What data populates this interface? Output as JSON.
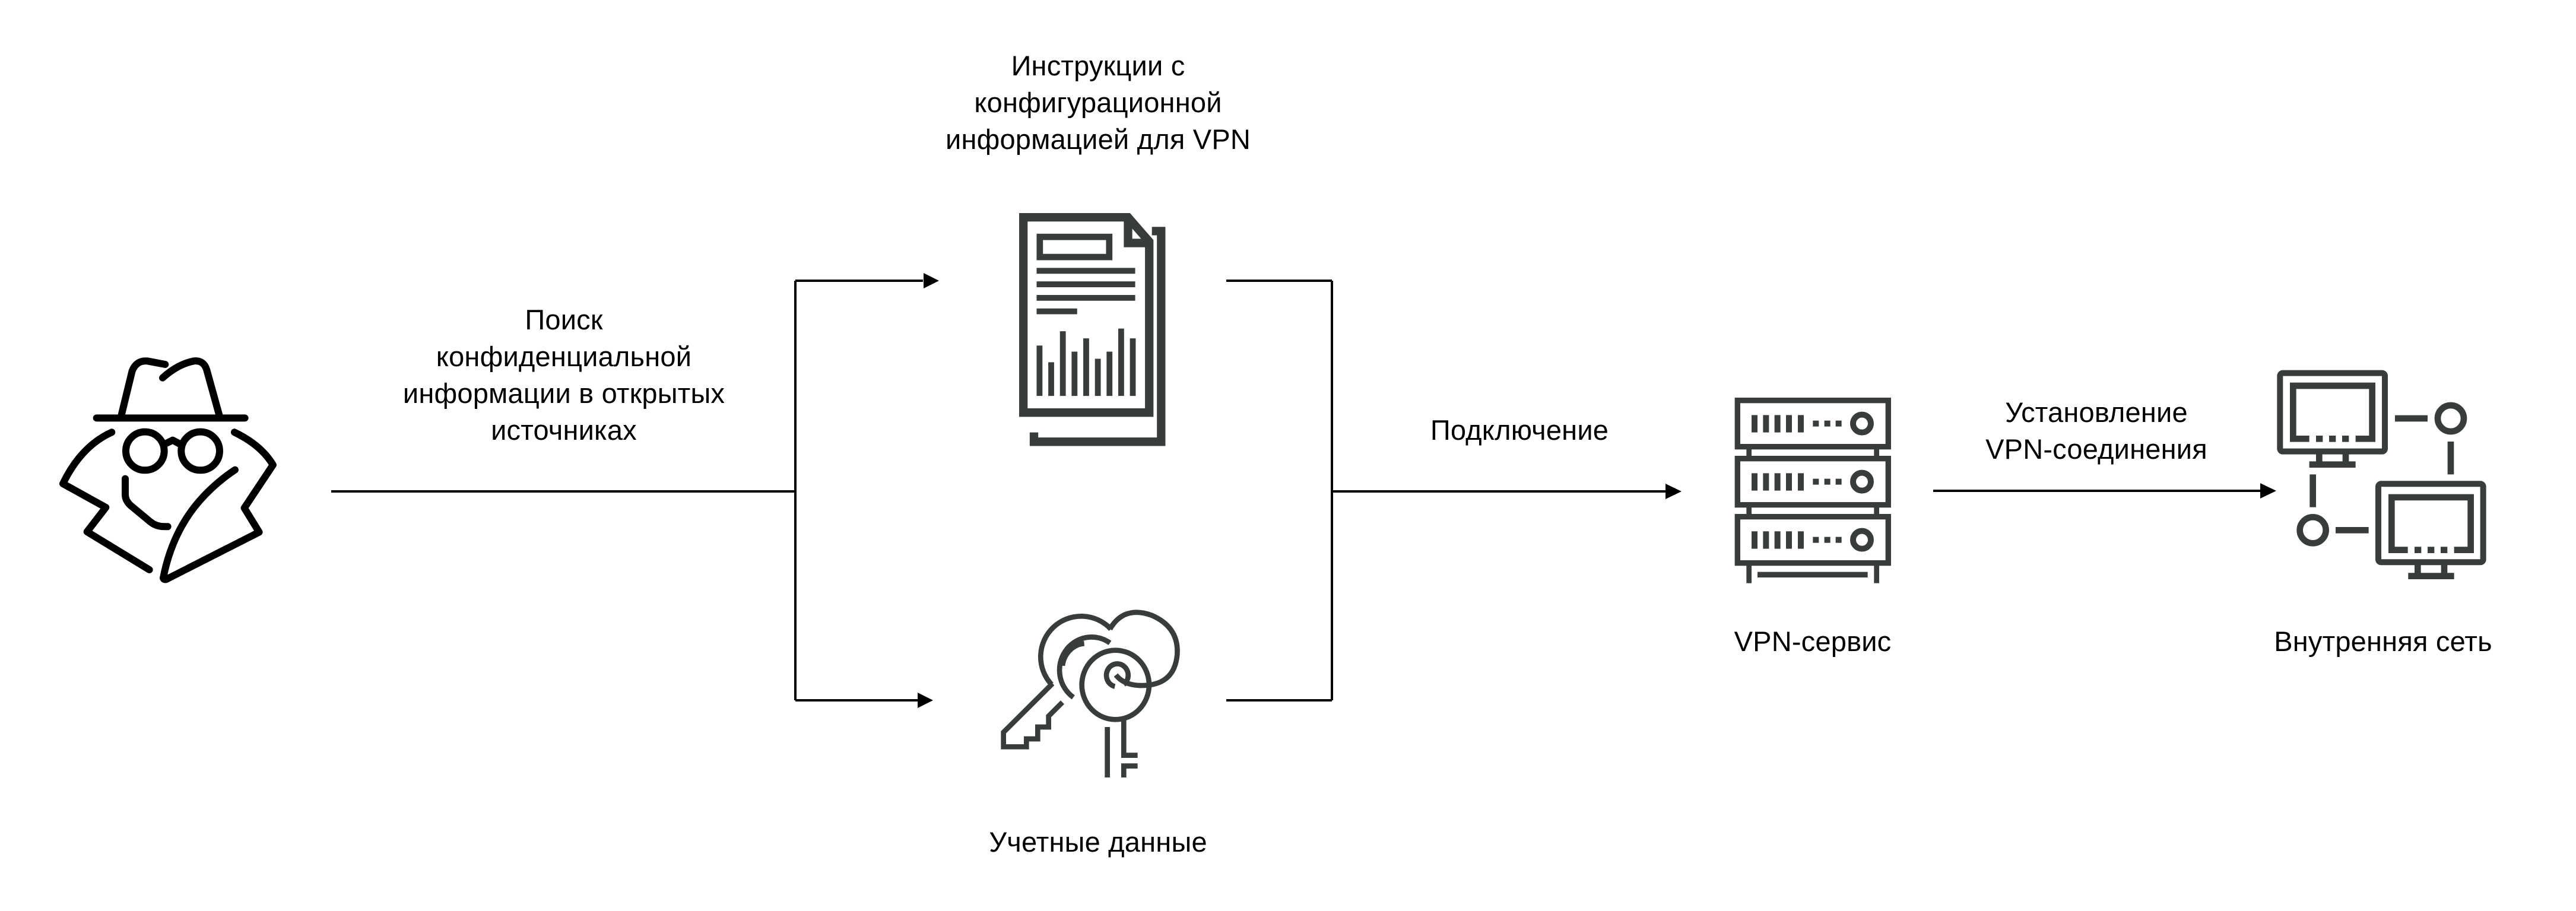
{
  "diagram": {
    "title": "",
    "nodes": {
      "attacker": {
        "icon": "spy-icon"
      },
      "vpn_instructions": {
        "icon": "document-icon",
        "label_lines": [
          "Инструкции с",
          "конфигурационной",
          "информацией для VPN"
        ]
      },
      "credentials": {
        "icon": "keys-icon",
        "label_lines": [
          "Учетные данные"
        ]
      },
      "vpn_service": {
        "icon": "server-rack-icon",
        "label_lines": [
          "VPN-сервис"
        ]
      },
      "internal_network": {
        "icon": "network-computers-icon",
        "label_lines": [
          "Внутренняя сеть"
        ]
      }
    },
    "edges": {
      "search": {
        "from": "attacker",
        "to": [
          "vpn_instructions",
          "credentials"
        ],
        "label_lines": [
          "Поиск",
          "конфиденциальной",
          "информации в открытых",
          "источниках"
        ]
      },
      "connect": {
        "from": [
          "vpn_instructions",
          "credentials"
        ],
        "to": "vpn_service",
        "label_lines": [
          "Подключение"
        ]
      },
      "establish": {
        "from": "vpn_service",
        "to": "internal_network",
        "label_lines": [
          "Установление",
          "VPN-соединения"
        ]
      }
    },
    "colors": {
      "line": "#000000",
      "icon_stroke": "#383c3b",
      "spy_stroke": "#000000",
      "background": "#ffffff"
    }
  }
}
